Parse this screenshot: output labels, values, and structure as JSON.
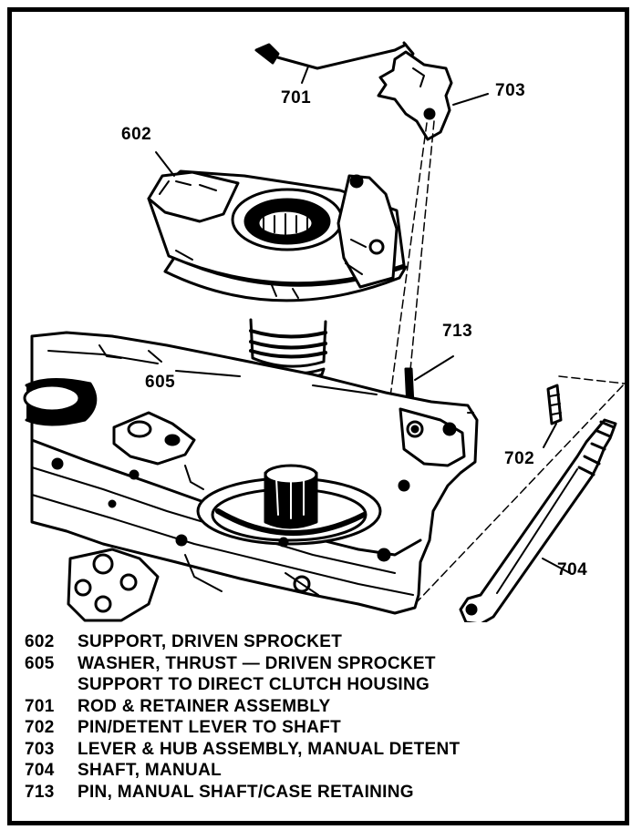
{
  "callouts": {
    "c701": "701",
    "c703": "703",
    "c602": "602",
    "c713": "713",
    "c605": "605",
    "c702": "702",
    "c704": "704"
  },
  "legend": [
    {
      "number": "602",
      "text": "SUPPORT, DRIVEN SPROCKET"
    },
    {
      "number": "605",
      "text": "WASHER, THRUST — DRIVEN SPROCKET",
      "continuation": "SUPPORT TO DIRECT CLUTCH HOUSING"
    },
    {
      "number": "701",
      "text": "ROD & RETAINER ASSEMBLY"
    },
    {
      "number": "702",
      "text": "PIN/DETENT LEVER TO SHAFT"
    },
    {
      "number": "703",
      "text": "LEVER & HUB ASSEMBLY, MANUAL DETENT"
    },
    {
      "number": "704",
      "text": "SHAFT, MANUAL"
    },
    {
      "number": "713",
      "text": "PIN, MANUAL SHAFT/CASE RETAINING"
    }
  ]
}
